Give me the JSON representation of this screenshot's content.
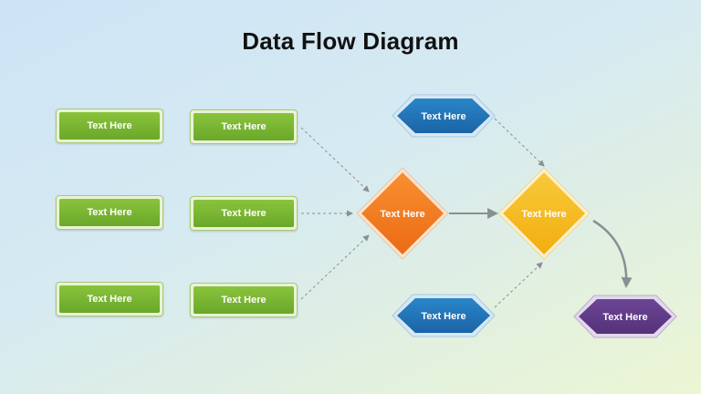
{
  "slide": {
    "title": "Data Flow Diagram"
  },
  "sources": [
    {
      "label": "Text Here"
    },
    {
      "label": "Text Here"
    },
    {
      "label": "Text Here"
    },
    {
      "label": "Text Here"
    },
    {
      "label": "Text Here"
    },
    {
      "label": "Text Here"
    }
  ],
  "decisions": [
    {
      "label": "Text Here",
      "color": "#f47b20"
    },
    {
      "label": "Text Here",
      "color": "#f6bb1c"
    }
  ],
  "hexagons": [
    {
      "label": "Text Here",
      "color": "#1f72b8"
    },
    {
      "label": "Text Here",
      "color": "#1f72b8"
    },
    {
      "label": "Text Here",
      "color": "#5e3a86"
    }
  ],
  "colors": {
    "green_box": "#7ab733",
    "connector": "#8a8f93",
    "arrow": "#8a8f93"
  }
}
